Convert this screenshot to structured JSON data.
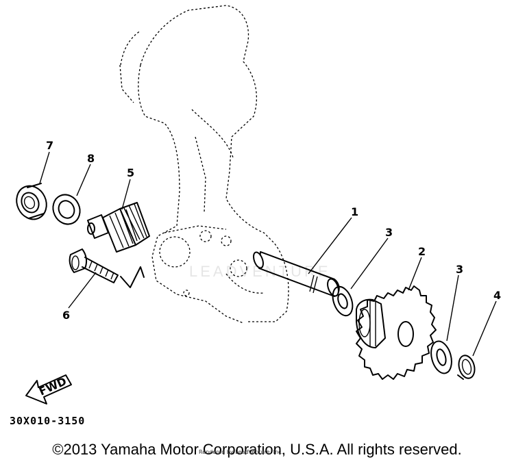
{
  "diagram": {
    "callouts": [
      {
        "id": "1",
        "label": "1"
      },
      {
        "id": "2",
        "label": "2"
      },
      {
        "id": "3a",
        "label": "3"
      },
      {
        "id": "3b",
        "label": "3"
      },
      {
        "id": "4",
        "label": "4"
      },
      {
        "id": "5",
        "label": "5"
      },
      {
        "id": "6",
        "label": "6"
      },
      {
        "id": "7",
        "label": "7"
      },
      {
        "id": "8",
        "label": "8"
      }
    ],
    "fwd_label": "FWD",
    "part_code": "30X010-3150"
  },
  "footer": {
    "copyright": "©2013 Yamaha Motor Corporation, U.S.A. All rights reserved.",
    "rendered_by": "Rendered by LeadVenture, Inc."
  },
  "watermark": {
    "text": "LEADVENTURE"
  }
}
